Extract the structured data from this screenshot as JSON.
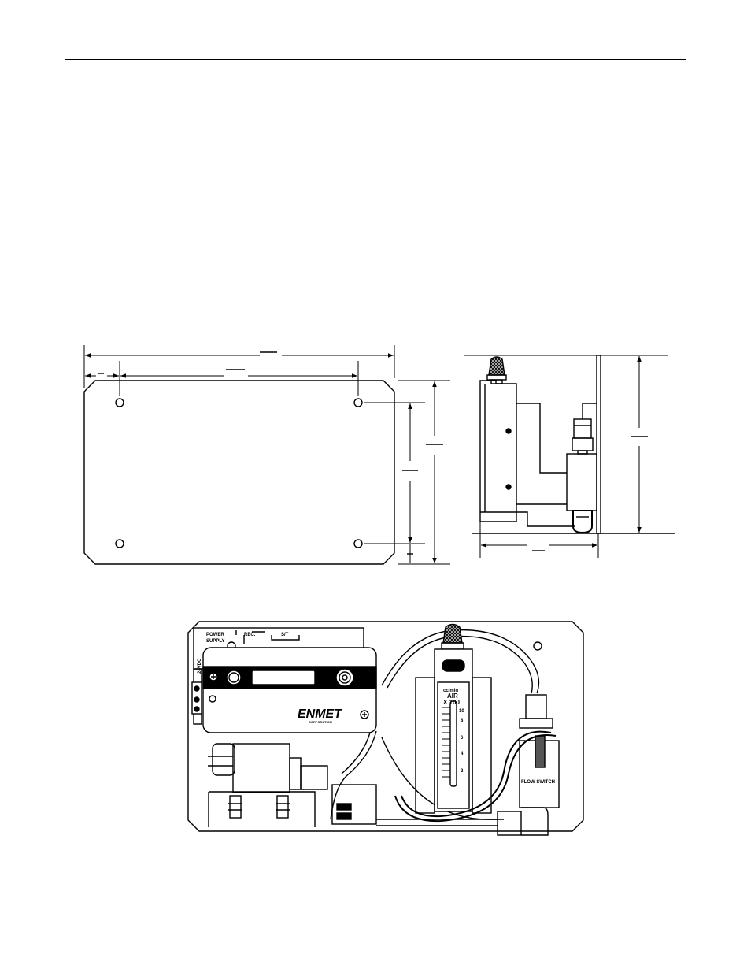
{
  "labels": {
    "power_supply": "POWER SUPPLY",
    "power_supply_line1": "POWER",
    "power_supply_line2": "SUPPLY",
    "rec": "REC.",
    "s_t": "S/T",
    "vdc": "24VDC",
    "logo": "ENMET",
    "logo_sub": "CORPORATION",
    "flowmeter_units": "cc/min",
    "flowmeter_gas": "AIR",
    "flowmeter_multiplier": "X 100",
    "flowmeter_scale": [
      "10",
      "8",
      "6",
      "4",
      "2"
    ],
    "flow_switch": "FLOW SWITCH"
  },
  "icons": [
    "mounting-hole-icon",
    "screw-icon",
    "knurled-knob-icon"
  ]
}
